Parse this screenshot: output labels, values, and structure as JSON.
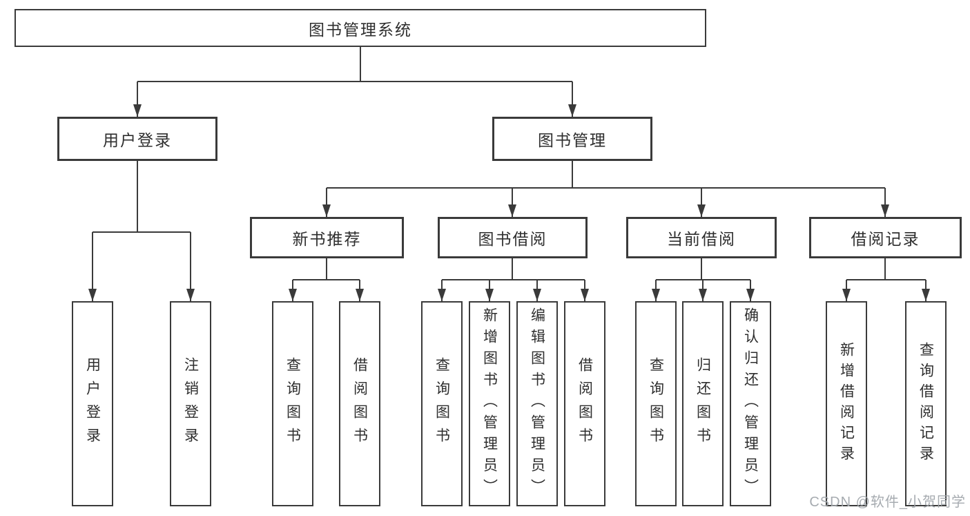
{
  "nodes": {
    "root": {
      "label": "图书管理系统"
    },
    "user_login": {
      "label": "用户登录",
      "children": {
        "login": {
          "label": "用户登录"
        },
        "logout": {
          "label": "注销登录"
        }
      }
    },
    "book_mgmt": {
      "label": "图书管理",
      "children": {
        "new_book_rec": {
          "label": "新书推荐",
          "children": {
            "query_books": {
              "label": "查询图书"
            },
            "borrow_books": {
              "label": "借阅图书"
            }
          }
        },
        "book_borrow": {
          "label": "图书借阅",
          "children": {
            "query_books": {
              "label": "查询图书"
            },
            "add_books": {
              "label": "新增图书（管理员）"
            },
            "edit_books": {
              "label": "编辑图书（管理员）"
            },
            "borrow_books": {
              "label": "借阅图书"
            }
          }
        },
        "current_borrow": {
          "label": "当前借阅",
          "children": {
            "query_books": {
              "label": "查询图书"
            },
            "return_books": {
              "label": "归还图书"
            },
            "confirm_return": {
              "label": "确认归还（管理员）"
            }
          }
        },
        "borrow_records": {
          "label": "借阅记录",
          "children": {
            "add_record": {
              "label": "新增借阅记录"
            },
            "query_record": {
              "label": "查询借阅记录"
            }
          }
        }
      }
    }
  },
  "watermark": "CSDN @软件_小贺同学",
  "colors": {
    "line": "#3a3a3a",
    "text": "#2e2e2e",
    "watermark": "#a2a7ac",
    "background": "#ffffff"
  }
}
